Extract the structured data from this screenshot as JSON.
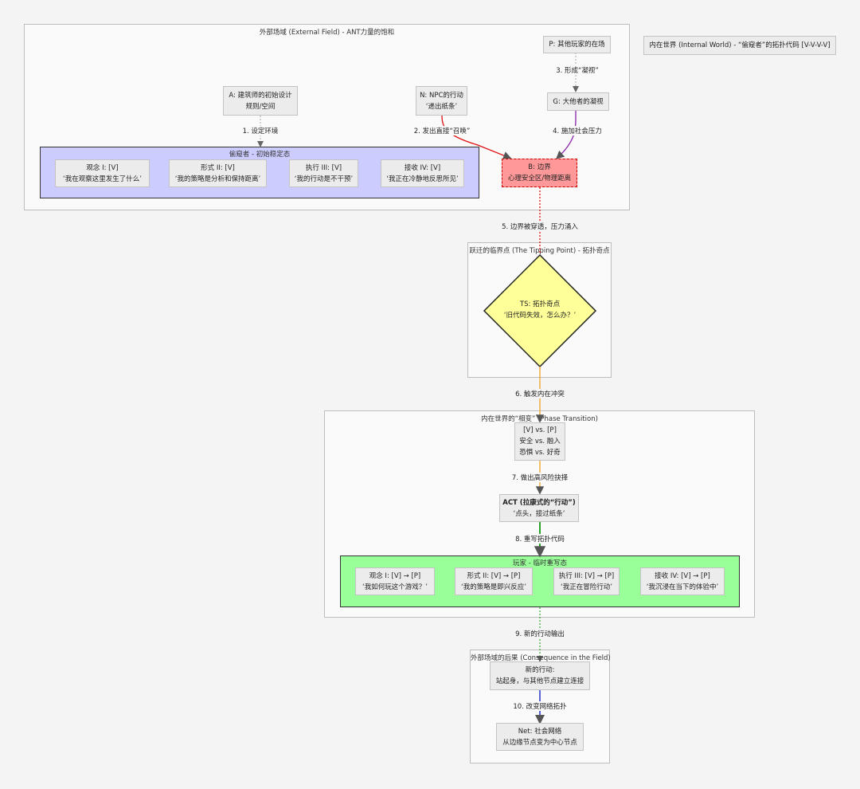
{
  "legend_box": "内在世界 (Internal World) - “偷窥者”的拓扑代码 [V-V-V-V]",
  "clusters": {
    "external": "外部场域 (External Field) - ANT力量的饱和",
    "voyeur": "偷窥者 - 初始稳定态",
    "tipping": "跃迁的临界点 (The Tipping Point) - 拓扑奇点",
    "phase": "内在世界的“相变” (Phase Transition)",
    "player": "玩家 - 临时重写态",
    "consequence": "外部场域的后果 (Consequence in the Field)"
  },
  "nodes": {
    "P": [
      "P: 其他玩家的在场"
    ],
    "A": [
      "A: 建筑师的初始设计",
      "规则/空间"
    ],
    "N": [
      "N: NPC的行动",
      "‘递出纸条’"
    ],
    "G": [
      "G: 大他者的凝视"
    ],
    "B": [
      "B: 边界",
      "心理安全区/物理距离"
    ],
    "V1": [
      "观念 I: [V]",
      "‘我在观察这里发生了什么’"
    ],
    "V2": [
      "形式 II: [V]",
      "‘我的策略是分析和保持距离’"
    ],
    "V3": [
      "执行 III: [V]",
      "‘我的行动是不干预’"
    ],
    "V4": [
      "接收 IV: [V]",
      "‘我正在冷静地反思所见’"
    ],
    "TS": [
      "TS: 拓扑奇点",
      "‘旧代码失效，怎么办？’"
    ],
    "VP": [
      "[V] vs. [P]",
      "安全 vs. 融入",
      "恐惧 vs. 好奇"
    ],
    "ACT": [
      "ACT (拉康式的“行动”)",
      "‘点头，接过纸条’"
    ],
    "P1": [
      "观念 I: [V] → [P]",
      "‘我如何玩这个游戏？’"
    ],
    "P2": [
      "形式 II: [V] → [P]",
      "‘我的策略是即兴反应’"
    ],
    "P3": [
      "执行 III: [V] → [P]",
      "‘我正在冒险行动’"
    ],
    "P4": [
      "接收 IV: [V] → [P]",
      "‘我沉浸在当下的体验中’"
    ],
    "NEW": [
      "新的行动:",
      "站起身，与其他节点建立连接"
    ],
    "NET": [
      "Net: 社会网络",
      "从边缘节点变为中心节点"
    ]
  },
  "edges": {
    "e1": "1. 设定环境",
    "e2": "2. 发出直接“召唤”",
    "e3": "3. 形成“凝视”",
    "e4": "4. 施加社会压力",
    "e5": "5. 边界被穿透，压力涌入",
    "e6": "6. 触发内在冲突",
    "e7": "7. 做出高风险抉择",
    "e8": "8. 重写拓扑代码",
    "e9": "9. 新的行动输出",
    "e10": "10. 改变网络拓扑"
  },
  "colors": {
    "voyeur_fill": "#ccccff",
    "player_fill": "#99ff99",
    "boundary_fill": "#ff9999",
    "boundary_stroke": "#cc0000",
    "tipping_fill": "#ffff99",
    "edge_red": "#e01010",
    "edge_purple": "#8822aa",
    "edge_orange": "#f0a020",
    "edge_green": "#119911",
    "edge_blue": "#2233cc",
    "edge_gray": "#888888"
  }
}
